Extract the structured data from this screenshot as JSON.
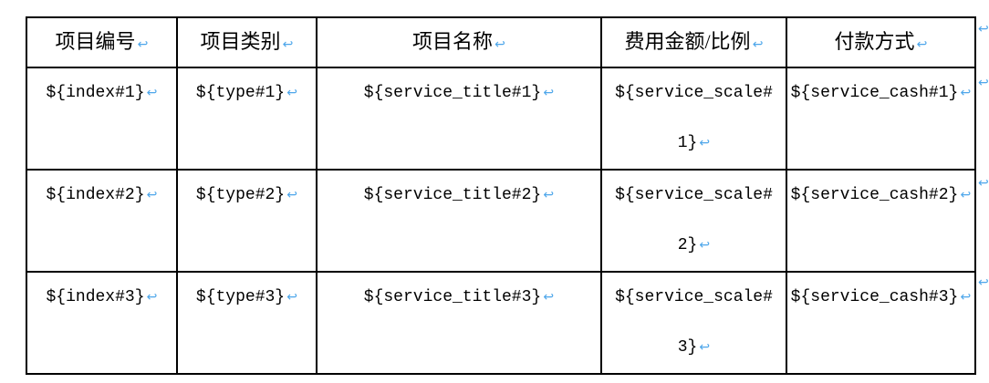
{
  "document": {
    "mark_glyph": "↩",
    "mark_color": "#4DA6EA",
    "border_color": "#000000",
    "background": "#ffffff"
  },
  "table": {
    "headers": {
      "index": "项目编号",
      "type": "项目类别",
      "title": "项目名称",
      "scale": "费用金额/比例",
      "cash": "付款方式"
    },
    "rows": [
      {
        "index": "${index#1}",
        "type": "${type#1}",
        "service_title": "${service_title#1}",
        "service_scale": "${service_scale#1}",
        "service_cash": "${service_cash#1}"
      },
      {
        "index": "${index#2}",
        "type": "${type#2}",
        "service_title": "${service_title#2}",
        "service_scale": "${service_scale#2}",
        "service_cash": "${service_cash#2}"
      },
      {
        "index": "${index#3}",
        "type": "${type#3}",
        "service_title": "${service_title#3}",
        "service_scale": "${service_scale#3}",
        "service_cash": "${service_cash#3}"
      }
    ]
  }
}
